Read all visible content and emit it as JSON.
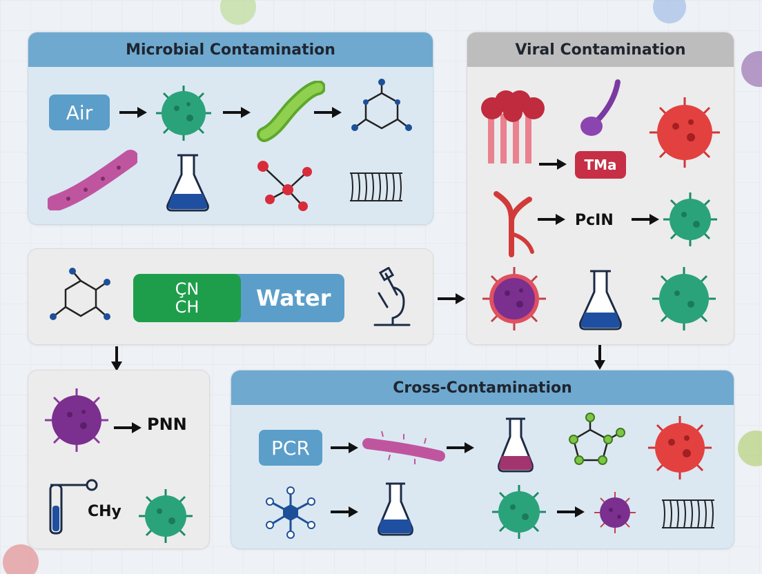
{
  "panels": {
    "microbial": {
      "title": "Microbial Contamination",
      "air_label": "Air"
    },
    "viral": {
      "title": "Viral Contamination",
      "tm_label": "TMa",
      "pcin_label": "PcIN"
    },
    "middle": {
      "cn_line1": "ÇN",
      "cn_line2": "CH",
      "water_label": "Water"
    },
    "lower_left": {
      "pn_label": "PNN",
      "chy_label": "CHy"
    },
    "cross": {
      "title": "Cross-Contamination",
      "pcr_label": "PCR"
    }
  },
  "colors": {
    "header_blue": "#6fa9cf",
    "header_gray": "#bdbdbd",
    "pill_blue": "#5b9ec9",
    "pill_green": "#1e9e4a",
    "tm_red": "#c62f45",
    "virus_green": "#2aa37a",
    "virus_red": "#e2413f",
    "virus_purple": "#7b2f8e",
    "bacteria_magenta": "#c0559f",
    "flask_blue": "#1f4fa0"
  },
  "icons": [
    "green-virus-icon",
    "green-bacterium-icon",
    "molecule-icon",
    "bacillus-icon",
    "flask-icon",
    "red-molecule-icon",
    "membrane-icon",
    "mushroom-cluster-icon",
    "sperm-shape-icon",
    "red-virus-icon",
    "neuron-icon",
    "purple-virus-icon",
    "microscope-icon",
    "test-tube-icon",
    "star-molecule-icon"
  ]
}
